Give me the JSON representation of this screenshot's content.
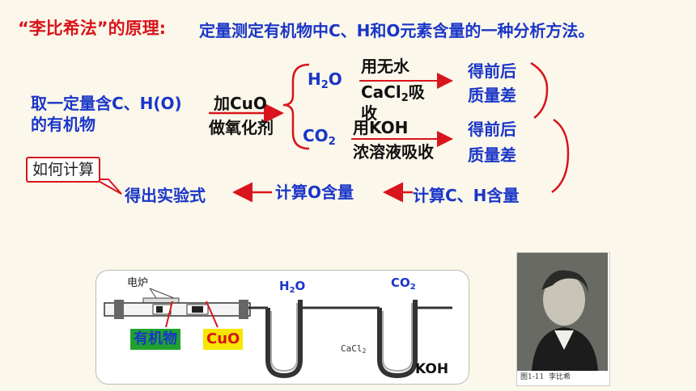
{
  "title": {
    "quote_label": "“李比希法”的原理:",
    "description": "定量测定有机物中C、H和O元素含量的一种分析方法。"
  },
  "flow": {
    "sample": [
      "取一定量含C、H(O)",
      "的有机物"
    ],
    "oxidant": [
      "加CuO",
      "做氧化剂"
    ],
    "h2o": {
      "base": "H",
      "sub": "2",
      "tail": "O"
    },
    "co2": {
      "base": "CO",
      "sub": "2"
    },
    "absorb_h2o": {
      "line1": "用无水",
      "line2_pre": "CaCl",
      "line2_sub": "2",
      "line2_post": "吸",
      "line3": "收"
    },
    "absorb_co2": [
      "用KOH",
      "浓溶液吸收"
    ],
    "mass_diff_1": [
      "得前后",
      "质量差"
    ],
    "mass_diff_2": [
      "得前后",
      "质量差"
    ],
    "calc_ch": "计算C、H含量",
    "calc_o": "计算O含量",
    "result": "得出实验式",
    "how_to_calc": "如何计算"
  },
  "apparatus": {
    "furnace_label": "电炉",
    "h2o_label": {
      "base": "H",
      "sub": "2",
      "tail": "O"
    },
    "co2_label": {
      "base": "CO",
      "sub": "2"
    },
    "cacl2_label": {
      "base": "CaCl",
      "sub": "2"
    },
    "koh_label": "KOH",
    "organic_tag": "有机物",
    "cuo_tag": "CuO"
  },
  "portrait": {
    "caption_num": "图1-11",
    "caption_name": "李比希"
  },
  "colors": {
    "blue": "#1a36c8",
    "red": "#d8141c",
    "tag_green": "#1fa32e",
    "tag_yellow": "#f6e600"
  }
}
